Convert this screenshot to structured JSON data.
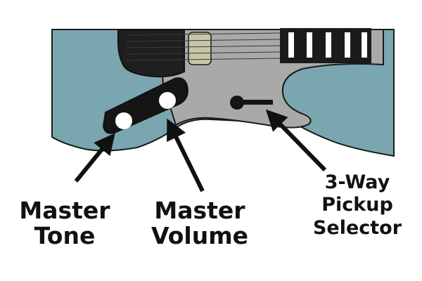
{
  "labels": {
    "tone_line1": "Master",
    "tone_line2": "Tone",
    "volume_line1": "Master",
    "volume_line2": "Volume",
    "selector_line1": "3-Way",
    "selector_line2": "Pickup",
    "selector_line3": "Selector"
  },
  "colors": {
    "body": "#7aa6b0",
    "pickguard": "#a9a9a7",
    "control_plate": "#151515",
    "knob": "#ffffff",
    "pickup_cover": "#c9c6a8",
    "fretboard": "#1b1b1b",
    "outline": "#1a1a1a",
    "text": "#111111"
  },
  "icons": {
    "tone_pointer": "arrow-icon",
    "volume_pointer": "arrow-icon",
    "selector_pointer": "arrow-icon"
  }
}
